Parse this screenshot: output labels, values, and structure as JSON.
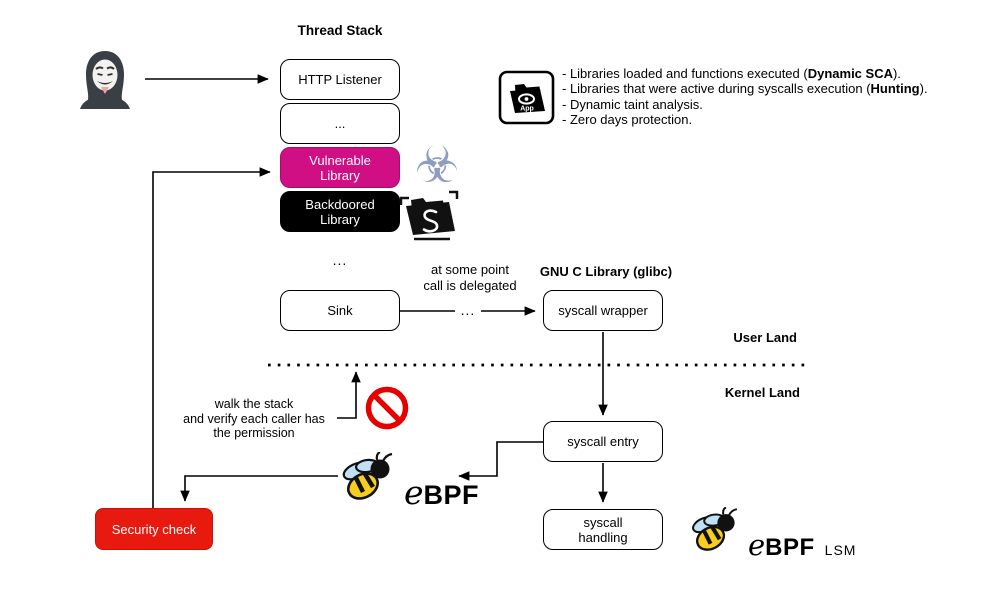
{
  "title": "Thread Stack",
  "colors": {
    "vulnerable_bg": "#d10f84",
    "backdoored_bg": "#000000",
    "light_text": "#ffffff",
    "security_bg": "#e8190f",
    "biohazard": "#8d9cc0",
    "prohibition": "#e60000"
  },
  "stack": {
    "http_listener": "HTTP Listener",
    "ellipsis": "...",
    "vulnerable": "Vulnerable Library",
    "backdoored": "Backdoored Library",
    "below_ellipsis": "..."
  },
  "legend": {
    "app_icon_label": "App",
    "items": [
      {
        "pre": "- Libraries loaded and functions executed (",
        "bold": "Dynamic SCA",
        "post": ")."
      },
      {
        "pre": "- Libraries that were active during syscalls execution (",
        "bold": "Hunting",
        "post": ")."
      },
      {
        "pre": "- Dynamic taint analysis.",
        "bold": "",
        "post": ""
      },
      {
        "pre": "- Zero days protection.",
        "bold": "",
        "post": ""
      }
    ]
  },
  "flow": {
    "sink": "Sink",
    "delegation_note": "at some point\ncall is delegated",
    "arrow_ellipsis": "...",
    "glibc_title": "GNU C Library (glibc)",
    "syscall_wrapper": "syscall wrapper",
    "syscall_entry": "syscall entry",
    "syscall_handling": "syscall handling"
  },
  "lands": {
    "user": "User Land",
    "kernel": "Kernel Land"
  },
  "security": {
    "label": "Security check",
    "walk_note": "walk the stack\nand verify each caller has\nthe permission"
  },
  "ebpf": {
    "e": "e",
    "bpf": "BPF",
    "lsm": "LSM"
  },
  "icons": {
    "biohazard_glyph": "☣"
  }
}
